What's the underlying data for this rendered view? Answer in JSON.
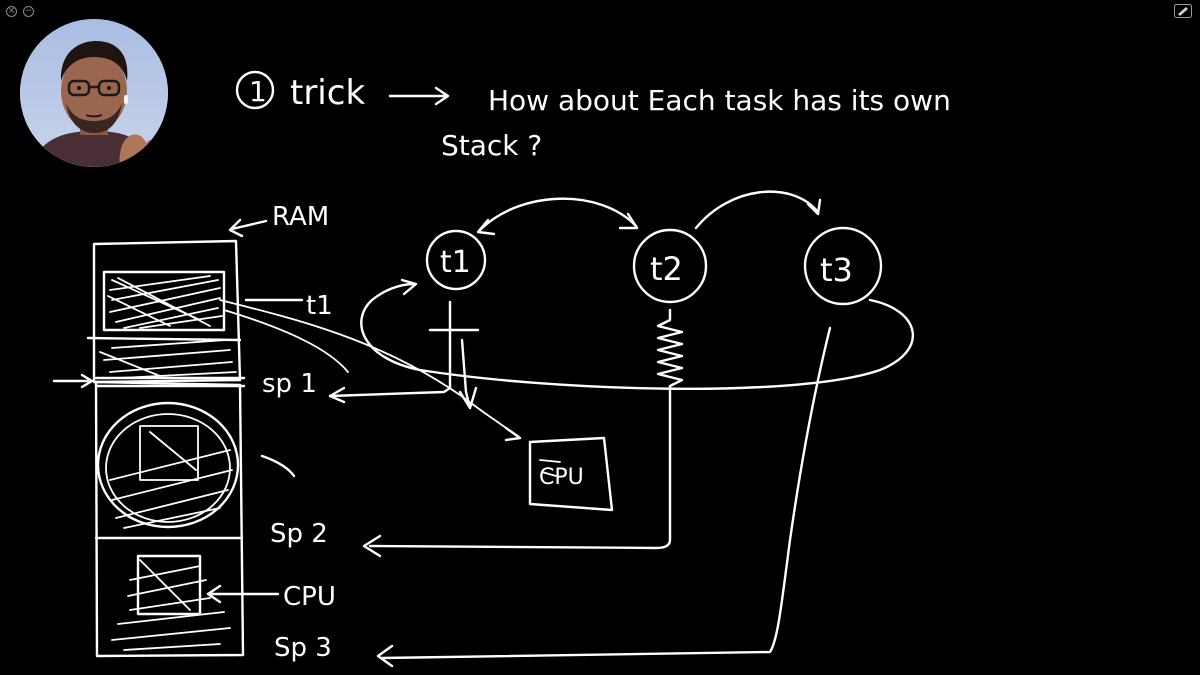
{
  "window": {
    "close_icon": "close-icon",
    "minimize_icon": "minimize-icon",
    "pen_icon": "pen-icon"
  },
  "webcam": {
    "icon": "presenter-webcam"
  },
  "board": {
    "heading": {
      "number": "1",
      "trick": "trick",
      "question_line1": "How about Each task has its own",
      "question_line2": "Stack ?"
    },
    "ram_label": "RAM",
    "memory_labels": {
      "t1": "t1",
      "sp1": "sp 1",
      "sp2": "Sp 2",
      "cpu": "CPU",
      "sp3": "Sp 3"
    },
    "tasks": [
      {
        "label": "t1"
      },
      {
        "label": "t2"
      },
      {
        "label": "t3"
      }
    ],
    "cpu_box_label": "CPU"
  },
  "colors": {
    "background": "#000000",
    "ink": "#ffffff"
  }
}
